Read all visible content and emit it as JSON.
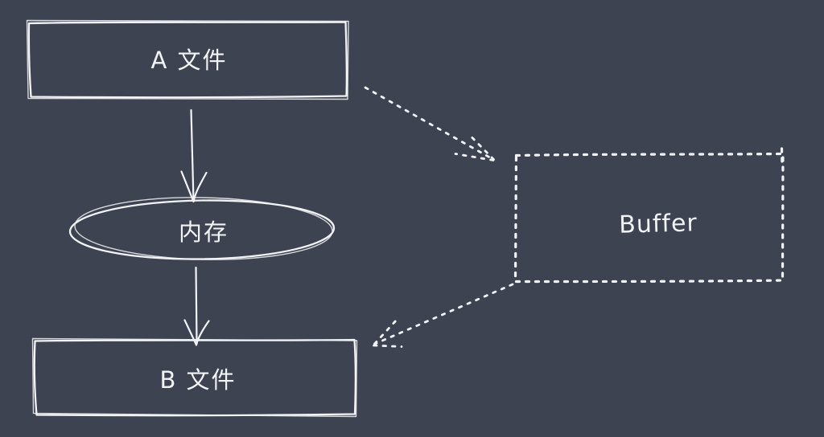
{
  "diagram": {
    "title": "file-copy-via-memory-buffer-diagram",
    "colors": {
      "background": "#3d4350",
      "stroke": "#f2f3f5"
    },
    "nodes": {
      "file_a": {
        "label": "A 文件",
        "shape": "rectangle",
        "border": "solid"
      },
      "memory": {
        "label": "内存",
        "shape": "ellipse",
        "border": "solid"
      },
      "file_b": {
        "label": "B 文件",
        "shape": "rectangle",
        "border": "solid"
      },
      "buffer": {
        "label": "Buffer",
        "shape": "rectangle",
        "border": "dotted"
      }
    },
    "edges": [
      {
        "from": "file_a",
        "to": "memory",
        "style": "solid-arrow",
        "direction": "down"
      },
      {
        "from": "memory",
        "to": "file_b",
        "style": "solid-arrow",
        "direction": "down"
      },
      {
        "from": "file_a",
        "to": "buffer",
        "style": "dotted-arrow",
        "direction": "down-right"
      },
      {
        "from": "buffer",
        "to": "file_b",
        "style": "dotted-arrow",
        "direction": "down-left"
      }
    ]
  }
}
